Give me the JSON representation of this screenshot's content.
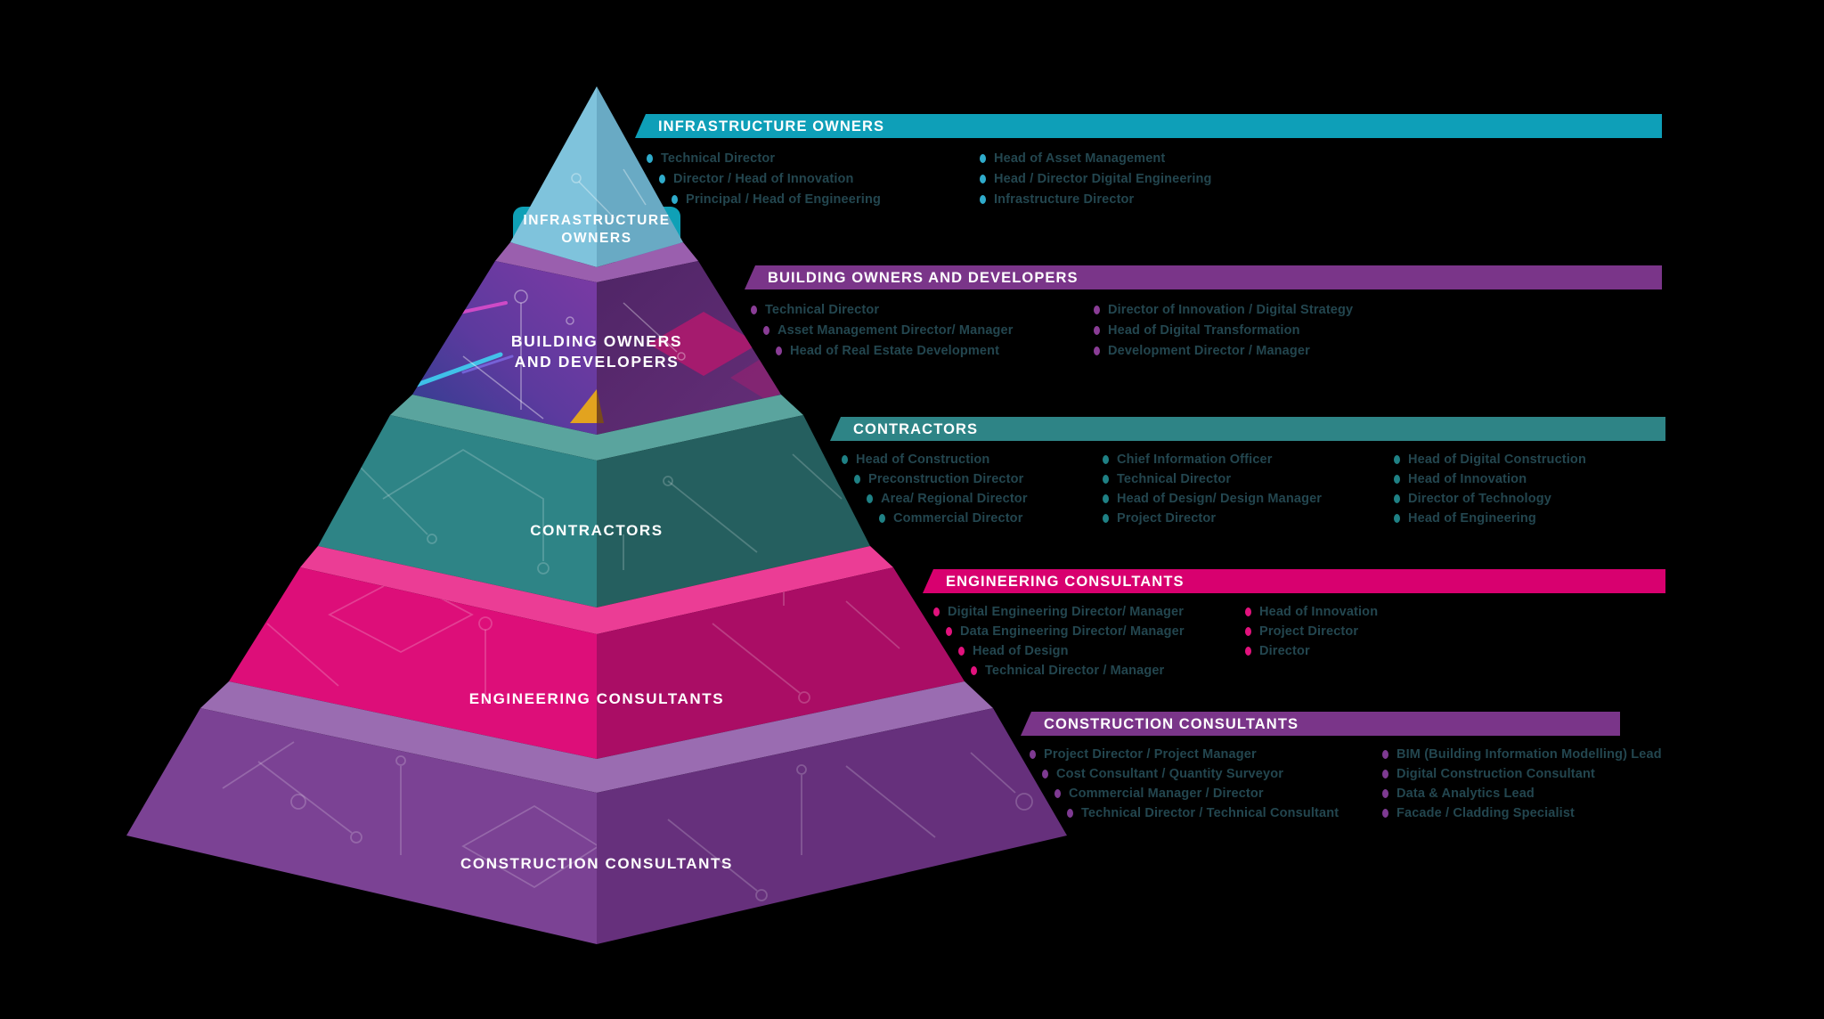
{
  "background_color": "#000000",
  "item_text_color": "#23464F",
  "sections": [
    {
      "id": "infrastructure-owners",
      "title": "INFRASTRUCTURE OWNERS",
      "tier_lines": [
        "INFRASTRUCTURE",
        "OWNERS"
      ],
      "accent_color": "#0E9FB8",
      "bullet_color": "#2FABCB",
      "columns": [
        [
          "Technical Director",
          "Director / Head of Innovation",
          "Principal / Head of Engineering"
        ],
        [
          "Head of Asset Management",
          "Head / Director Digital Engineering",
          "Infrastructure Director"
        ]
      ]
    },
    {
      "id": "building-owners-and-developers",
      "title": "BUILDING OWNERS AND DEVELOPERS",
      "tier_lines": [
        "BUILDING OWNERS",
        "AND DEVELOPERS"
      ],
      "accent_color": "#7A3589",
      "bullet_color": "#8A3D96",
      "columns": [
        [
          "Technical Director",
          "Asset Management Director/ Manager",
          "Head of Real Estate Development"
        ],
        [
          "Director of Innovation / Digital Strategy",
          "Head of Digital Transformation",
          "Development Director / Manager"
        ]
      ]
    },
    {
      "id": "contractors",
      "title": "CONTRACTORS",
      "tier_lines": [
        "CONTRACTORS"
      ],
      "accent_color": "#2E8486",
      "bullet_color": "#1F8185",
      "columns": [
        [
          "Head of Construction",
          "Preconstruction Director",
          "Area/ Regional Director",
          "Commercial Director"
        ],
        [
          "Chief Information Officer",
          "Technical Director",
          "Head of Design/ Design Manager",
          "Project Director"
        ],
        [
          "Head of Digital Construction",
          "Head of Innovation",
          "Director of Technology",
          "Head of Engineering"
        ]
      ]
    },
    {
      "id": "engineering-consultants",
      "title": "ENGINEERING CONSULTANTS",
      "tier_lines": [
        "ENGINEERING CONSULTANTS"
      ],
      "accent_color": "#D8006F",
      "bullet_color": "#E2127D",
      "columns": [
        [
          "Digital Engineering Director/ Manager",
          "Data Engineering Director/ Manager",
          "Head of Design",
          "Technical Director / Manager"
        ],
        [
          "Head of Innovation",
          "Project Director",
          "Director"
        ]
      ]
    },
    {
      "id": "construction-consultants",
      "title": "CONSTRUCTION CONSULTANTS",
      "tier_lines": [
        "CONSTRUCTION CONSULTANTS"
      ],
      "accent_color": "#7A3589",
      "bullet_color": "#7E3A92",
      "columns": [
        [
          "Project Director / Project Manager",
          "Cost Consultant / Quantity Surveyor",
          "Commercial Manager / Director",
          "Technical Director / Technical Consultant"
        ],
        [
          "BIM (Building Information Modelling) Lead",
          "Digital Construction Consultant",
          "Data & Analytics Lead",
          "Facade / Cladding Specialist"
        ]
      ]
    }
  ],
  "pyramid": {
    "tiers": [
      {
        "name": "infrastructure-owners",
        "left_color": "#7FC3DC",
        "right_color": "#69AAC4",
        "plate_color": "#0FA0B6"
      },
      {
        "name": "building-owners-and-developers",
        "band_color": "#9A5FAE",
        "left_color": "#4A3D99",
        "right_color": "#5C2B6F",
        "gold_left": "#E2A31F",
        "gold_right": "#7A4A1C"
      },
      {
        "name": "contractors",
        "band_color": "#5AA49E",
        "left_color": "#2E8486",
        "right_color": "#255F5F"
      },
      {
        "name": "engineering-consultants",
        "band_color": "#EB3D95",
        "left_color": "#DD0E79",
        "right_color": "#AA0D65"
      },
      {
        "name": "construction-consultants",
        "band_color": "#9A6CB1",
        "left_color": "#7B4294",
        "right_color": "#66307C"
      }
    ]
  }
}
